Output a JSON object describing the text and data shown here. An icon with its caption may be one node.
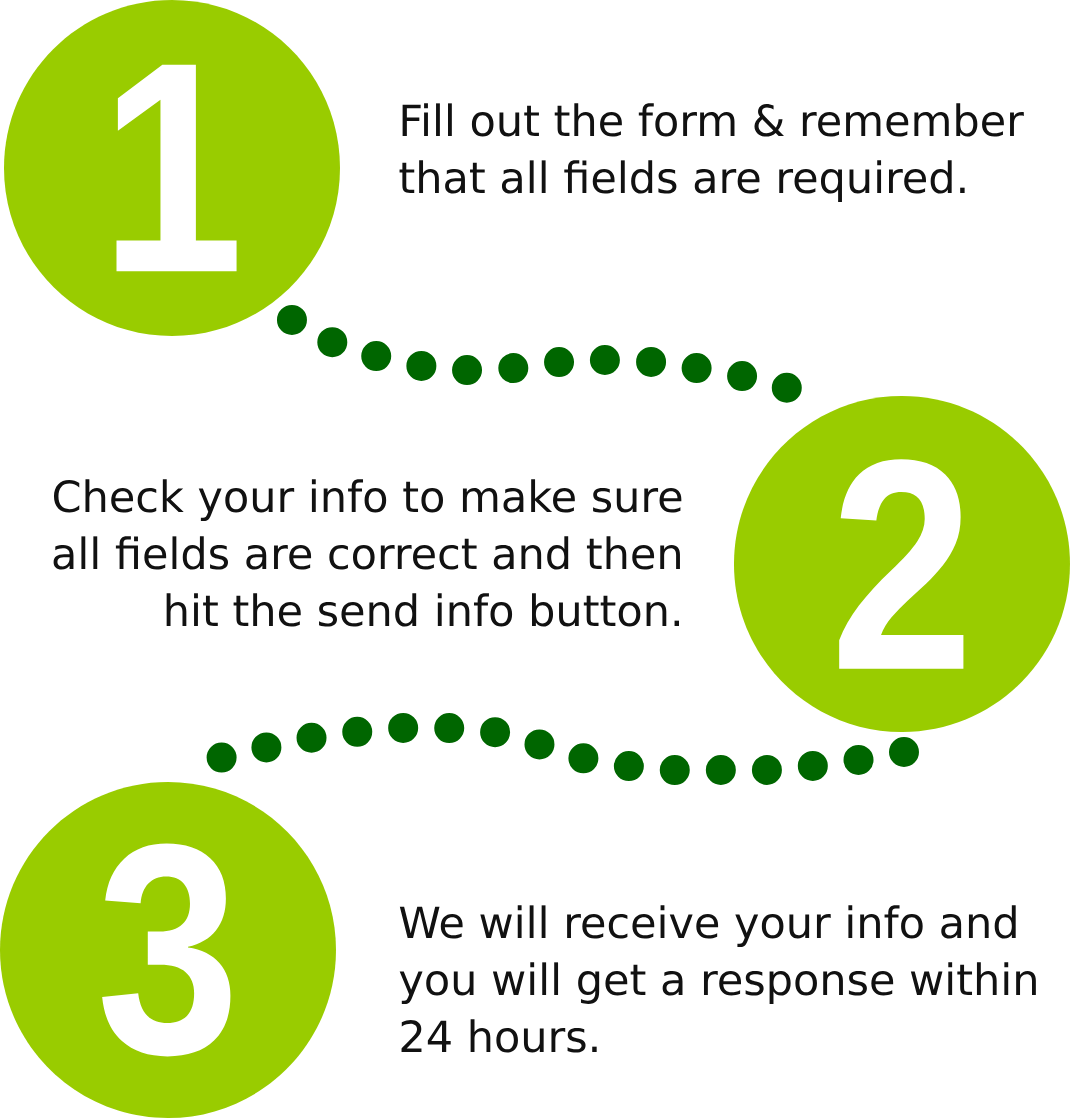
{
  "diagram": {
    "nodes": [
      {
        "text": [
          "1"
        ],
        "beside": [
          "Fill out the form & remember that all fields are required."
        ]
      },
      {
        "text": [
          "2"
        ],
        "beside": [
          "Check your info to make sure all fields are correct and then hit the send info button."
        ]
      },
      {
        "text": [
          "3"
        ],
        "beside": [
          "We will receive your info and you will get a response within 24 hours."
        ]
      }
    ],
    "edges": [
      {
        "from": 0,
        "to": 1,
        "arrow": "none"
      },
      {
        "from": 1,
        "to": 2,
        "arrow": "none"
      }
    ]
  }
}
